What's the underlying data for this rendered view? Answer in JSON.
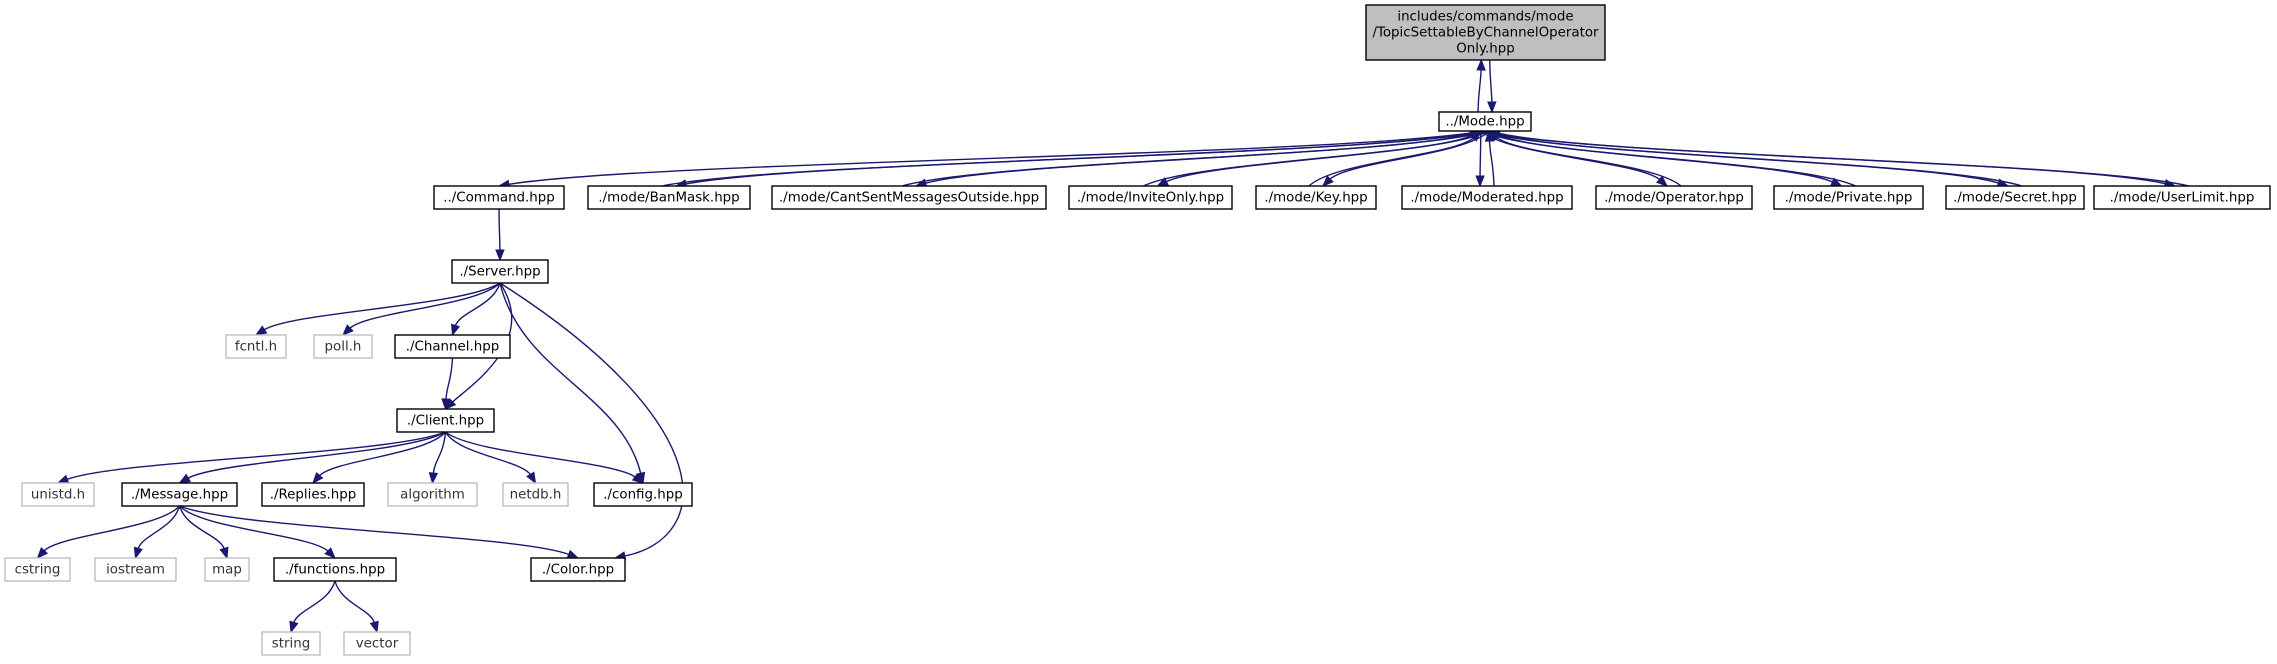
{
  "colors": {
    "edge": "#191970",
    "root_fill": "#bfbfbf",
    "header_border": "#000000",
    "system_border": "#bfbfbf"
  },
  "nodes": {
    "root": {
      "lines": [
        "includes/commands/mode",
        "/TopicSettableByChannelOperator",
        "Only.hpp"
      ],
      "kind": "root"
    },
    "mode": {
      "lines": [
        "../Mode.hpp"
      ],
      "kind": "hdr"
    },
    "command": {
      "lines": [
        "../Command.hpp"
      ],
      "kind": "hdr"
    },
    "banmask": {
      "lines": [
        "./mode/BanMask.hpp"
      ],
      "kind": "hdr"
    },
    "cantsent": {
      "lines": [
        "./mode/CantSentMessagesOutside.hpp"
      ],
      "kind": "hdr"
    },
    "inviteonly": {
      "lines": [
        "./mode/InviteOnly.hpp"
      ],
      "kind": "hdr"
    },
    "key": {
      "lines": [
        "./mode/Key.hpp"
      ],
      "kind": "hdr"
    },
    "moderated": {
      "lines": [
        "./mode/Moderated.hpp"
      ],
      "kind": "hdr"
    },
    "operator": {
      "lines": [
        "./mode/Operator.hpp"
      ],
      "kind": "hdr"
    },
    "private": {
      "lines": [
        "./mode/Private.hpp"
      ],
      "kind": "hdr"
    },
    "secret": {
      "lines": [
        "./mode/Secret.hpp"
      ],
      "kind": "hdr"
    },
    "userlimit": {
      "lines": [
        "./mode/UserLimit.hpp"
      ],
      "kind": "hdr"
    },
    "server": {
      "lines": [
        "./Server.hpp"
      ],
      "kind": "hdr"
    },
    "fcntl": {
      "lines": [
        "fcntl.h"
      ],
      "kind": "sys"
    },
    "poll": {
      "lines": [
        "poll.h"
      ],
      "kind": "sys"
    },
    "channel": {
      "lines": [
        "./Channel.hpp"
      ],
      "kind": "hdr"
    },
    "client": {
      "lines": [
        "./Client.hpp"
      ],
      "kind": "hdr"
    },
    "unistd": {
      "lines": [
        "unistd.h"
      ],
      "kind": "sys"
    },
    "message": {
      "lines": [
        "./Message.hpp"
      ],
      "kind": "hdr"
    },
    "replies": {
      "lines": [
        "./Replies.hpp"
      ],
      "kind": "hdr"
    },
    "algorithm": {
      "lines": [
        "algorithm"
      ],
      "kind": "sys"
    },
    "netdb": {
      "lines": [
        "netdb.h"
      ],
      "kind": "sys"
    },
    "config": {
      "lines": [
        "./config.hpp"
      ],
      "kind": "hdr"
    },
    "cstring": {
      "lines": [
        "cstring"
      ],
      "kind": "sys"
    },
    "iostream": {
      "lines": [
        "iostream"
      ],
      "kind": "sys"
    },
    "map": {
      "lines": [
        "map"
      ],
      "kind": "sys"
    },
    "functions": {
      "lines": [
        "./functions.hpp"
      ],
      "kind": "hdr"
    },
    "color": {
      "lines": [
        "./Color.hpp"
      ],
      "kind": "hdr"
    },
    "string": {
      "lines": [
        "string"
      ],
      "kind": "sys"
    },
    "vector": {
      "lines": [
        "vector"
      ],
      "kind": "sys"
    }
  },
  "edges": [
    [
      "root",
      "mode"
    ],
    [
      "mode",
      "root"
    ],
    [
      "mode",
      "command"
    ],
    [
      "mode",
      "banmask"
    ],
    [
      "banmask",
      "mode"
    ],
    [
      "mode",
      "cantsent"
    ],
    [
      "cantsent",
      "mode"
    ],
    [
      "mode",
      "inviteonly"
    ],
    [
      "inviteonly",
      "mode"
    ],
    [
      "mode",
      "key"
    ],
    [
      "key",
      "mode"
    ],
    [
      "mode",
      "moderated"
    ],
    [
      "moderated",
      "mode"
    ],
    [
      "mode",
      "operator"
    ],
    [
      "operator",
      "mode"
    ],
    [
      "mode",
      "private"
    ],
    [
      "private",
      "mode"
    ],
    [
      "mode",
      "secret"
    ],
    [
      "secret",
      "mode"
    ],
    [
      "mode",
      "userlimit"
    ],
    [
      "userlimit",
      "mode"
    ],
    [
      "command",
      "server"
    ],
    [
      "server",
      "fcntl"
    ],
    [
      "server",
      "poll"
    ],
    [
      "server",
      "channel"
    ],
    [
      "server",
      "client"
    ],
    [
      "server",
      "config"
    ],
    [
      "server",
      "color"
    ],
    [
      "channel",
      "client"
    ],
    [
      "client",
      "unistd"
    ],
    [
      "client",
      "message"
    ],
    [
      "client",
      "replies"
    ],
    [
      "client",
      "algorithm"
    ],
    [
      "client",
      "netdb"
    ],
    [
      "client",
      "config"
    ],
    [
      "message",
      "cstring"
    ],
    [
      "message",
      "iostream"
    ],
    [
      "message",
      "map"
    ],
    [
      "message",
      "functions"
    ],
    [
      "message",
      "color"
    ],
    [
      "functions",
      "string"
    ],
    [
      "functions",
      "vector"
    ]
  ]
}
